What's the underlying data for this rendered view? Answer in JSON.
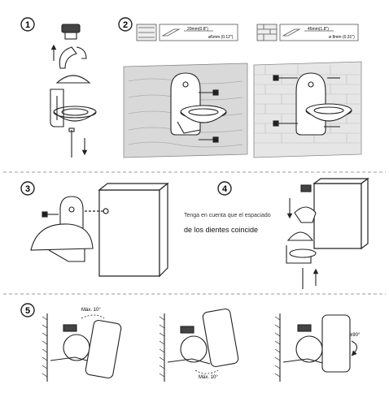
{
  "steps": {
    "s1": "1",
    "s2": "2",
    "s3": "3",
    "s4": "4",
    "s5": "5"
  },
  "step2": {
    "wood_depth": "20mm(0.8\")",
    "wood_drill": "ø5mm (0.12\")",
    "masonry_depth": "45mm(1.8\")",
    "masonry_drill": "ø 8mm (0.31\")"
  },
  "step4": {
    "note_line1": "Tenga en cuenta que el espaciado",
    "note_line2": "de los dientes coincide"
  },
  "step5": {
    "tilt_up": "Máx. 10°",
    "tilt_down": "Máx. 10°",
    "rotate": "±90°"
  },
  "colors": {
    "line": "#333333",
    "wall_shade": "#d9d9d9",
    "dashed": "#999999"
  }
}
